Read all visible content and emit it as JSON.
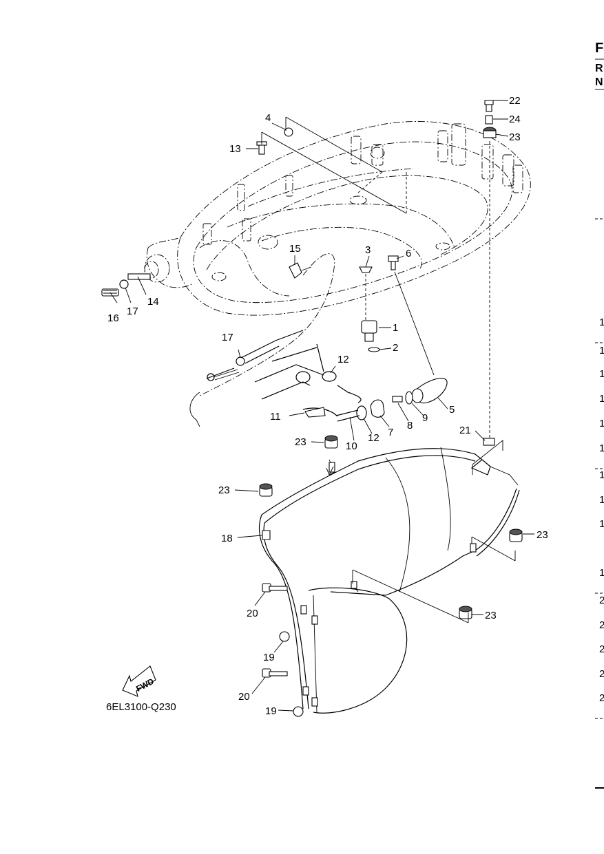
{
  "diagram_code": "6EL3100-Q230",
  "fwd_label": "FWD",
  "header_cut": {
    "top": "F",
    "row1": "R",
    "row2": "N"
  },
  "right_column_cut": [
    "1",
    "1",
    "1",
    "1",
    "1",
    "1",
    "1",
    "1",
    "1",
    "1",
    "2",
    "2",
    "2",
    "2",
    "2"
  ],
  "callouts": [
    {
      "id": "c22",
      "text": "22"
    },
    {
      "id": "c24",
      "text": "24"
    },
    {
      "id": "c23a",
      "text": "23"
    },
    {
      "id": "c4",
      "text": "4"
    },
    {
      "id": "c13",
      "text": "13"
    },
    {
      "id": "c15",
      "text": "15"
    },
    {
      "id": "c3",
      "text": "3"
    },
    {
      "id": "c6",
      "text": "6"
    },
    {
      "id": "c16",
      "text": "16"
    },
    {
      "id": "c17a",
      "text": "17"
    },
    {
      "id": "c14",
      "text": "14"
    },
    {
      "id": "c1",
      "text": "1"
    },
    {
      "id": "c2",
      "text": "2"
    },
    {
      "id": "c17b",
      "text": "17"
    },
    {
      "id": "c12a",
      "text": "12"
    },
    {
      "id": "c11",
      "text": "11"
    },
    {
      "id": "c10",
      "text": "10"
    },
    {
      "id": "c12b",
      "text": "12"
    },
    {
      "id": "c7",
      "text": "7"
    },
    {
      "id": "c8",
      "text": "8"
    },
    {
      "id": "c9",
      "text": "9"
    },
    {
      "id": "c5",
      "text": "5"
    },
    {
      "id": "c21",
      "text": "21"
    },
    {
      "id": "c23b",
      "text": "23"
    },
    {
      "id": "c23c",
      "text": "23"
    },
    {
      "id": "c18",
      "text": "18"
    },
    {
      "id": "c23d",
      "text": "23"
    },
    {
      "id": "c20a",
      "text": "20"
    },
    {
      "id": "c23e",
      "text": "23"
    },
    {
      "id": "c19a",
      "text": "19"
    },
    {
      "id": "c20b",
      "text": "20"
    },
    {
      "id": "c19b",
      "text": "19"
    }
  ]
}
